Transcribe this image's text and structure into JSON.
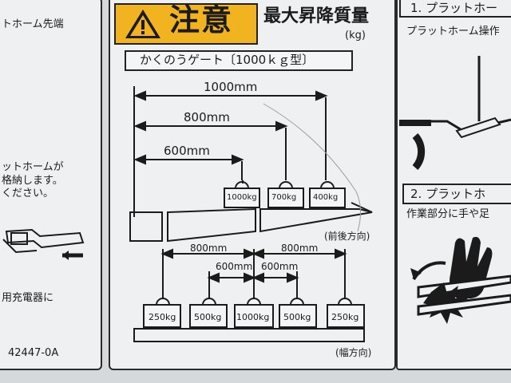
{
  "left_panel": {
    "line1": "トホーム先端",
    "line2": "ットホームが",
    "line3": "格納します。",
    "line4": "ください。",
    "line5": "用充電器に",
    "part_no": "42447-0A"
  },
  "warning": {
    "label": "注意"
  },
  "load_section": {
    "title": "最大昇降質量",
    "unit": "(kg)",
    "gate_type": "かくのうゲート〔1000ｋｇ型〕",
    "depth_labels": [
      "1000mm",
      "800mm",
      "600mm"
    ],
    "depth_weights": [
      "1000kg",
      "700kg",
      "400kg"
    ],
    "depth_direction": "(前後方向)",
    "width_labels": [
      "800mm",
      "800mm",
      "600mm",
      "600mm"
    ],
    "width_weights": [
      "250kg",
      "500kg",
      "1000kg",
      "500kg",
      "250kg"
    ],
    "width_direction": "(幅方向)"
  },
  "right_panel": {
    "step1_title": "1. プラットホー",
    "step1_text": "プラットホーム操作",
    "step2_title": "2. プラットホ",
    "step2_text": "作業部分に手や足"
  },
  "colors": {
    "warning_yellow": "#f1b320",
    "sticker": "#eef0f2",
    "line": "#1b1b1b"
  }
}
